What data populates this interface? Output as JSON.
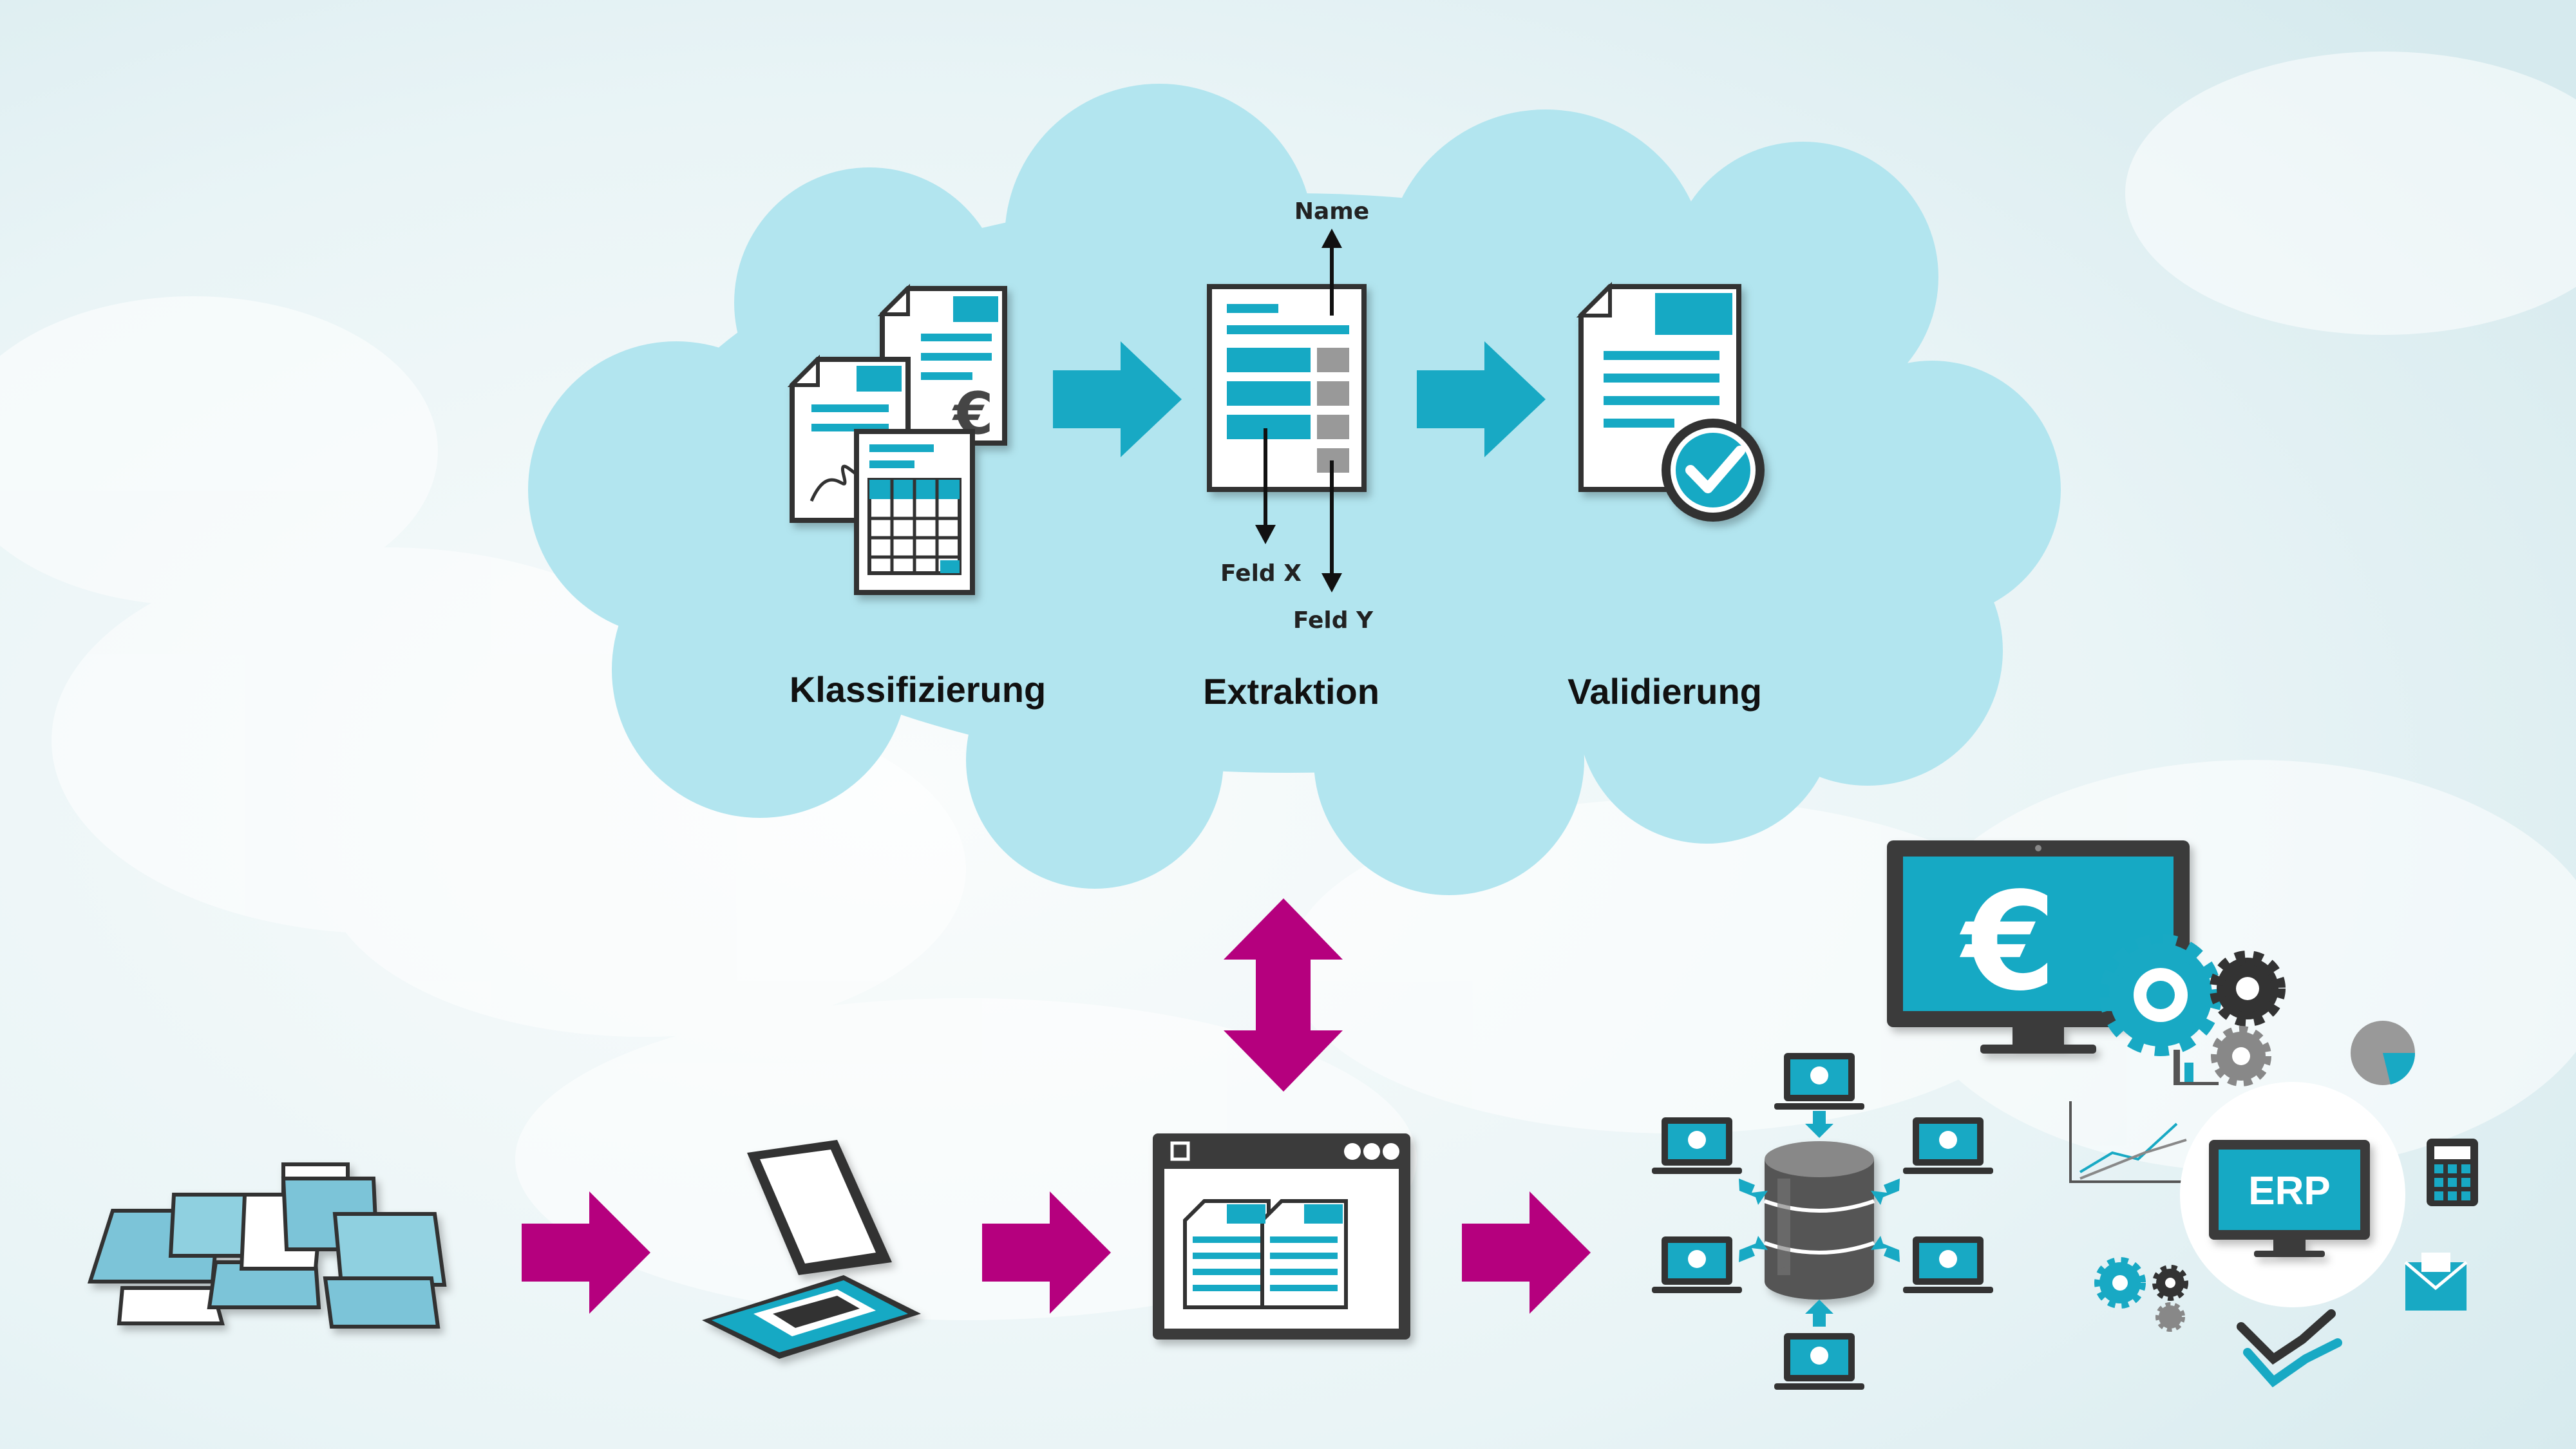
{
  "cloud": {
    "steps": [
      {
        "label": "Klassifizierung",
        "icon": "document-stack-icon"
      },
      {
        "label": "Extraktion",
        "icon": "document-extraction-icon"
      },
      {
        "label": "Validierung",
        "icon": "document-check-icon"
      }
    ],
    "extraction_labels": {
      "top": "Name",
      "left": "Feld X",
      "right": "Feld Y"
    }
  },
  "pipeline": [
    {
      "name": "paper-documents",
      "icon": "paper-stack-icon"
    },
    {
      "name": "scanner",
      "icon": "scanner-icon"
    },
    {
      "name": "software-window",
      "icon": "application-window-icon"
    },
    {
      "name": "database-network",
      "icon": "database-network-icon"
    },
    {
      "name": "erp-system",
      "icon": "erp-icon"
    }
  ],
  "erp": {
    "label": "ERP",
    "currency_symbol": "€"
  },
  "colors": {
    "cyan": "#18a9c4",
    "magenta": "#b5007e",
    "cloud": "#b2e5ef",
    "dark": "#3a3a3a"
  }
}
